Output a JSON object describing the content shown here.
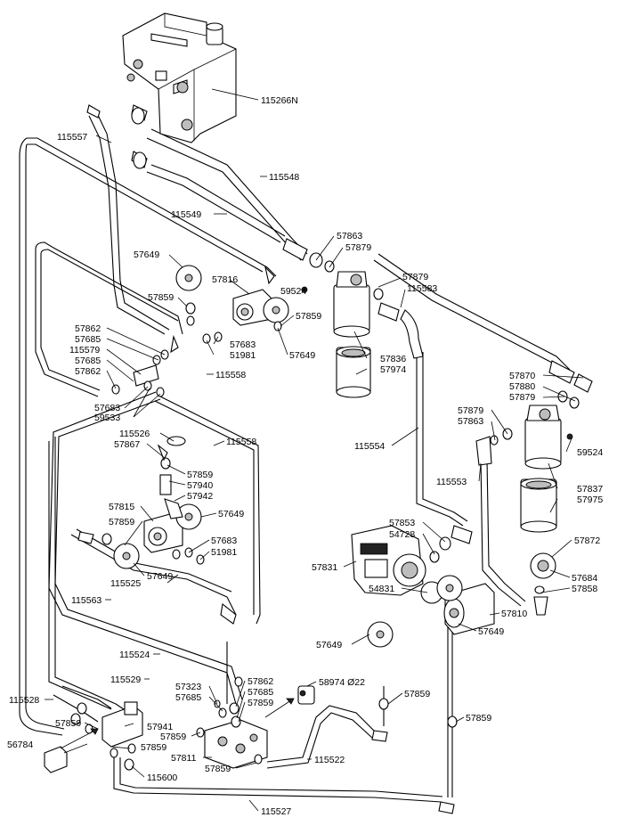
{
  "labels": {
    "tank": "115266N",
    "hose_115557": "115557",
    "hose_115548": "115548",
    "hose_115549": "115549",
    "p57863_a": "57863",
    "p57879_a": "57879",
    "p57879_b": "57879",
    "p115583": "115583",
    "p57649_a": "57649",
    "p57816": "57816",
    "p59524_a": "59524",
    "p57859_a": "57859",
    "p57859_b": "57859",
    "p57862_a": "57862",
    "p57685_a": "57685",
    "p115579": "115579",
    "p57685_b": "57685",
    "p57862_b": "57862",
    "p57683_a": "57683",
    "p51981_a": "51981",
    "p57649_b": "57649",
    "p57836": "57836",
    "p57974": "57974",
    "hose_115558_a": "115558",
    "p57683_b": "57683",
    "p59533": "59533",
    "p57870": "57870",
    "p57880": "57880",
    "p57879_c": "57879",
    "p57879_d": "57879",
    "p57863_b": "57863",
    "p115526": "115526",
    "p57867": "57867",
    "hose_115558_b": "115558",
    "hose_115554": "115554",
    "p59524_b": "59524",
    "p57859_c": "57859",
    "p57940": "57940",
    "p57942": "57942",
    "hose_115553": "115553",
    "p57837": "57837",
    "p57975": "57975",
    "p57815": "57815",
    "p57649_c": "57649",
    "p57859_d": "57859",
    "p57853": "57853",
    "p54728": "54728",
    "p57683_c": "57683",
    "p51981_b": "51981",
    "p57872": "57872",
    "p57649_d": "57649",
    "p57831": "57831",
    "p54831": "54831",
    "p57684": "57684",
    "p57858": "57858",
    "hose_115525": "115525",
    "hose_115563": "115563",
    "p57810": "57810",
    "hose_115524": "115524",
    "p57649_e": "57649",
    "p57649_f": "57649",
    "hose_115529": "115529",
    "p57323": "57323",
    "p57862_c": "57862",
    "p58974": "58974 Ø22",
    "p57685_c": "57685",
    "p57685_d": "57685",
    "p57859_e": "57859",
    "p57859_f": "57859",
    "hose_115528": "115528",
    "p57859_g": "57859",
    "p57941": "57941",
    "p57859_h": "57859",
    "p56784": "56784",
    "p57859_i": "57859",
    "p57811": "57811",
    "hose_115522": "115522",
    "p57859_j": "57859",
    "hose_115600": "115600",
    "p57859_k": "57859",
    "hose_115527": "115527"
  },
  "icons": [
    "tank-icon",
    "filter-icon",
    "pump-icon",
    "valve-icon",
    "connector-icon",
    "hose-icon"
  ]
}
